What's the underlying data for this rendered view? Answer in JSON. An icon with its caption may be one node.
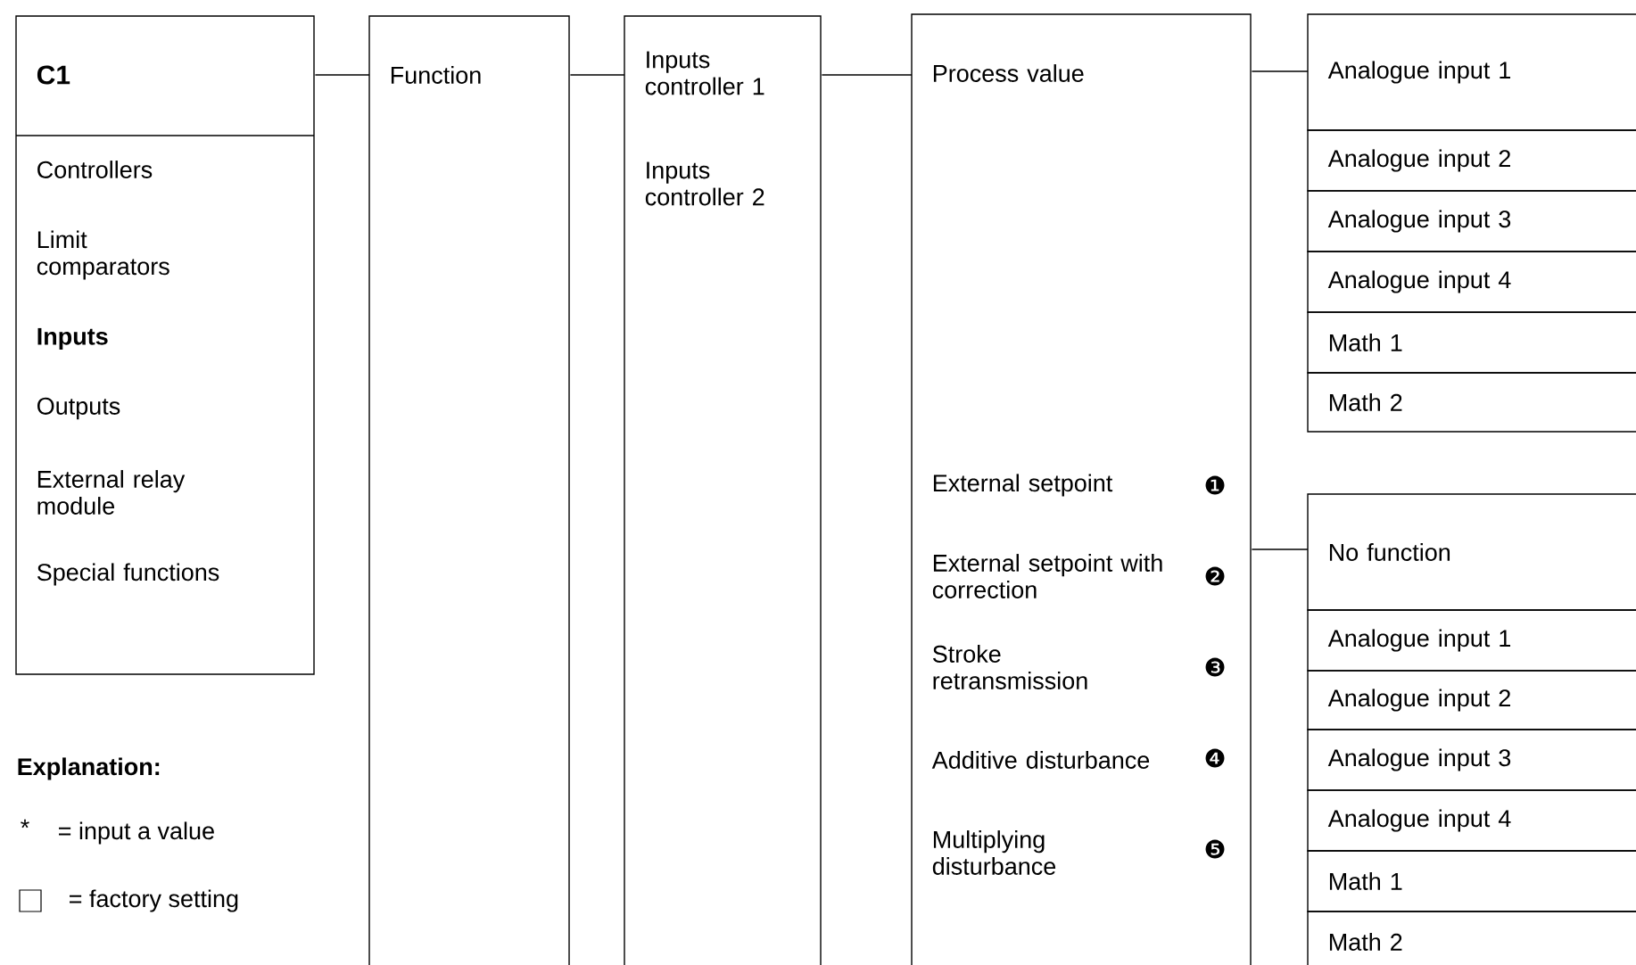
{
  "diagram": {
    "nodes": [
      {
        "text": [
          "C1",
          "Controllers",
          "Limit comparators",
          "Inputs",
          "Outputs",
          "External relay module",
          "Special functions"
        ]
      },
      {
        "text": [
          "Function"
        ]
      },
      {
        "text": [
          "Inputs controller 1",
          "Inputs controller 2"
        ]
      },
      {
        "text": [
          "Process value",
          "External setpoint",
          "External setpoint with correction",
          "Stroke retransmission",
          "Additive disturbance",
          "Multiplying disturbance"
        ]
      },
      {
        "text": [
          "Analogue input 1"
        ]
      },
      {
        "text": [
          "Analogue input 2"
        ]
      },
      {
        "text": [
          "Analogue input 3"
        ]
      },
      {
        "text": [
          "Analogue input 4"
        ]
      },
      {
        "text": [
          "Math 1"
        ]
      },
      {
        "text": [
          "Math 2"
        ]
      },
      {
        "text": [
          "No function"
        ]
      },
      {
        "text": [
          "Analogue input 1"
        ]
      },
      {
        "text": [
          "Analogue input 2"
        ]
      },
      {
        "text": [
          "Analogue input 3"
        ]
      },
      {
        "text": [
          "Analogue input 4"
        ]
      },
      {
        "text": [
          "Math 1"
        ]
      },
      {
        "text": [
          "Math 2"
        ]
      }
    ],
    "edges": [
      {
        "from": 0,
        "to": 1,
        "arrow": "none"
      },
      {
        "from": 1,
        "to": 2,
        "arrow": "none"
      },
      {
        "from": 2,
        "to": 3,
        "arrow": "none"
      },
      {
        "from": 3,
        "to": 4,
        "arrow": "none"
      },
      {
        "from": 3,
        "to": 10,
        "arrow": "none"
      }
    ],
    "labels": [
      "Explanation:",
      "*",
      "= input a value",
      "= factory setting",
      "❶",
      "❷",
      "❸",
      "❹",
      "❺"
    ]
  }
}
